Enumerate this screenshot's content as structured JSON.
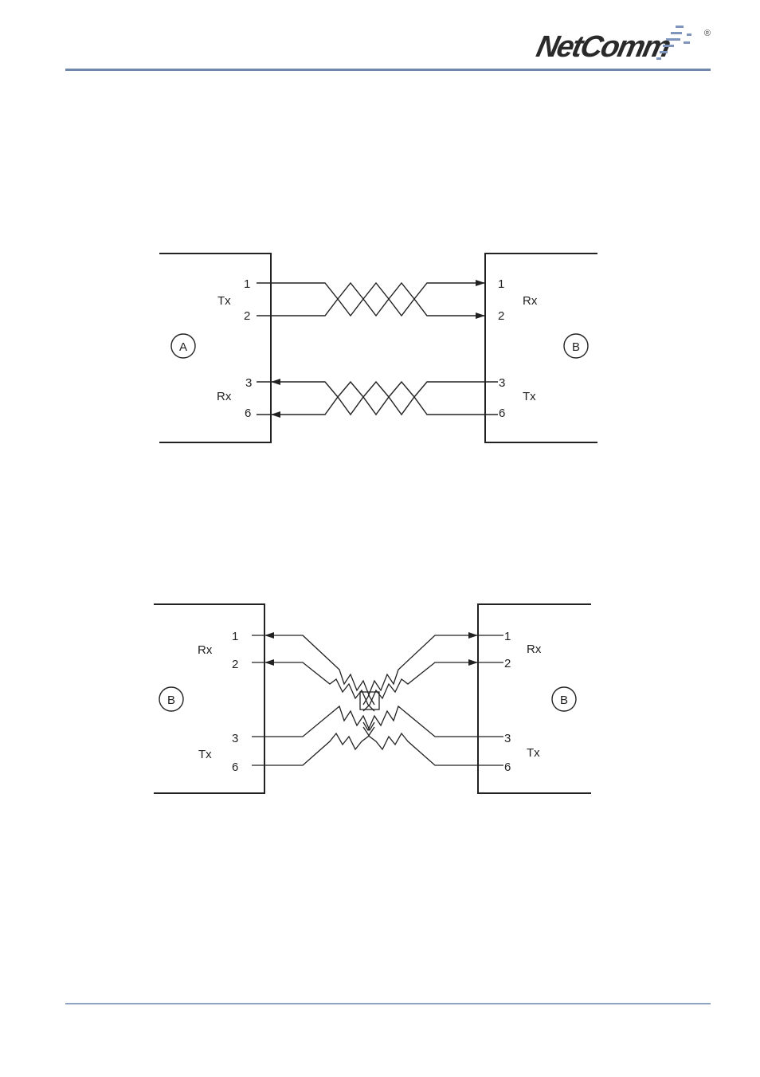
{
  "header": {
    "logo_text": "NetComm",
    "logo_mark": "®"
  },
  "figure1": {
    "left_device": {
      "label": "A",
      "tx_label": "Tx",
      "rx_label": "Rx",
      "pins": [
        "1",
        "2",
        "3",
        "6"
      ]
    },
    "right_device": {
      "label": "B",
      "rx_label": "Rx",
      "tx_label": "Tx",
      "pins": [
        "1",
        "2",
        "3",
        "6"
      ]
    }
  },
  "figure2": {
    "left_device": {
      "label": "B",
      "rx_label": "Rx",
      "tx_label": "Tx",
      "pins": [
        "1",
        "2",
        "3",
        "6"
      ]
    },
    "right_device": {
      "label": "B",
      "rx_label": "Rx",
      "tx_label": "Tx",
      "pins": [
        "1",
        "2",
        "3",
        "6"
      ]
    }
  },
  "colors": {
    "rule": "#6f87ad",
    "line": "#222222"
  }
}
